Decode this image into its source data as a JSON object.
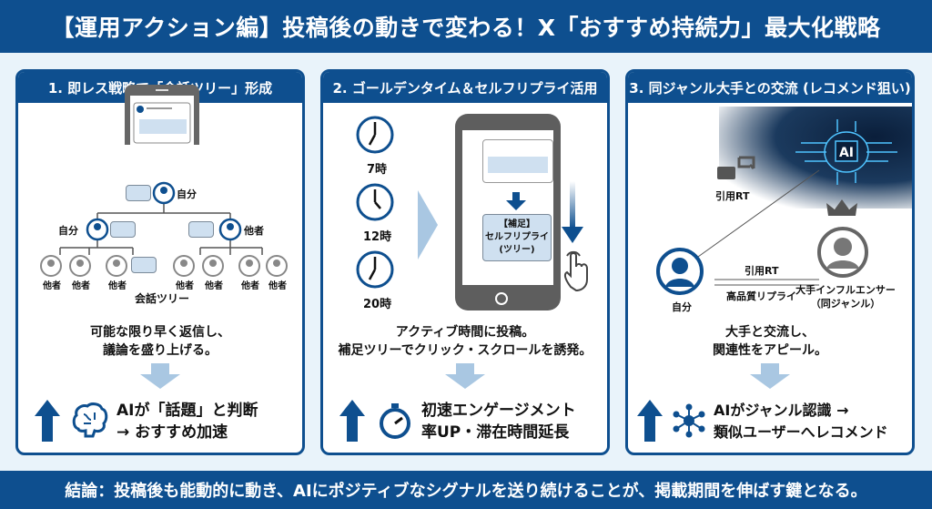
{
  "title": "【運用アクション編】投稿後の動きで変わる！X「おすすめ持続力」最大化戦略",
  "panels": [
    {
      "heading": "1. 即レス戦略で「会話ツリー」形成",
      "tree": {
        "root": "自分",
        "left": "自分",
        "right": "他者",
        "leaf": "他者",
        "caption": "会話ツリー"
      },
      "desc": [
        "可能な限り早く返信し、",
        "議論を盛り上げる。"
      ],
      "result": [
        "AIが「話題」と判断",
        "→ おすすめ加速"
      ]
    },
    {
      "heading": "2. ゴールデンタイム＆セルフリプライ活用",
      "times": [
        "7時",
        "12時",
        "20時"
      ],
      "reply_box": [
        "【補足】",
        "セルフリプライ",
        "(ツリー)"
      ],
      "desc": [
        "アクティブ時間に投稿。",
        "補足ツリーでクリック・スクロールを誘発。"
      ],
      "result": [
        "初速エンゲージメント",
        "率UP・滞在時間延長"
      ]
    },
    {
      "heading": "3. 同ジャンル大手との交流 (レコメンド狙い)",
      "ai_label": "AI",
      "quote_rt_top": "引用RT",
      "quote_rt": "引用RT",
      "quality_reply": "高品質リプライ",
      "self": "自分",
      "influencer": [
        "大手インフルエンサー",
        "（同ジャンル）"
      ],
      "desc": [
        "大手と交流し、",
        "関連性をアピール。"
      ],
      "result": [
        "AIがジャンル認識 →",
        "類似ユーザーへレコメンド"
      ]
    }
  ],
  "conclusion": "結論：投稿後も能動的に動き、AIにポジティブなシグナルを送り続けることが、掲載期間を伸ばす鍵となる。",
  "colors": {
    "primary": "#0e4f8f",
    "background": "#e9f3fa",
    "light": "#cfe0f0"
  }
}
